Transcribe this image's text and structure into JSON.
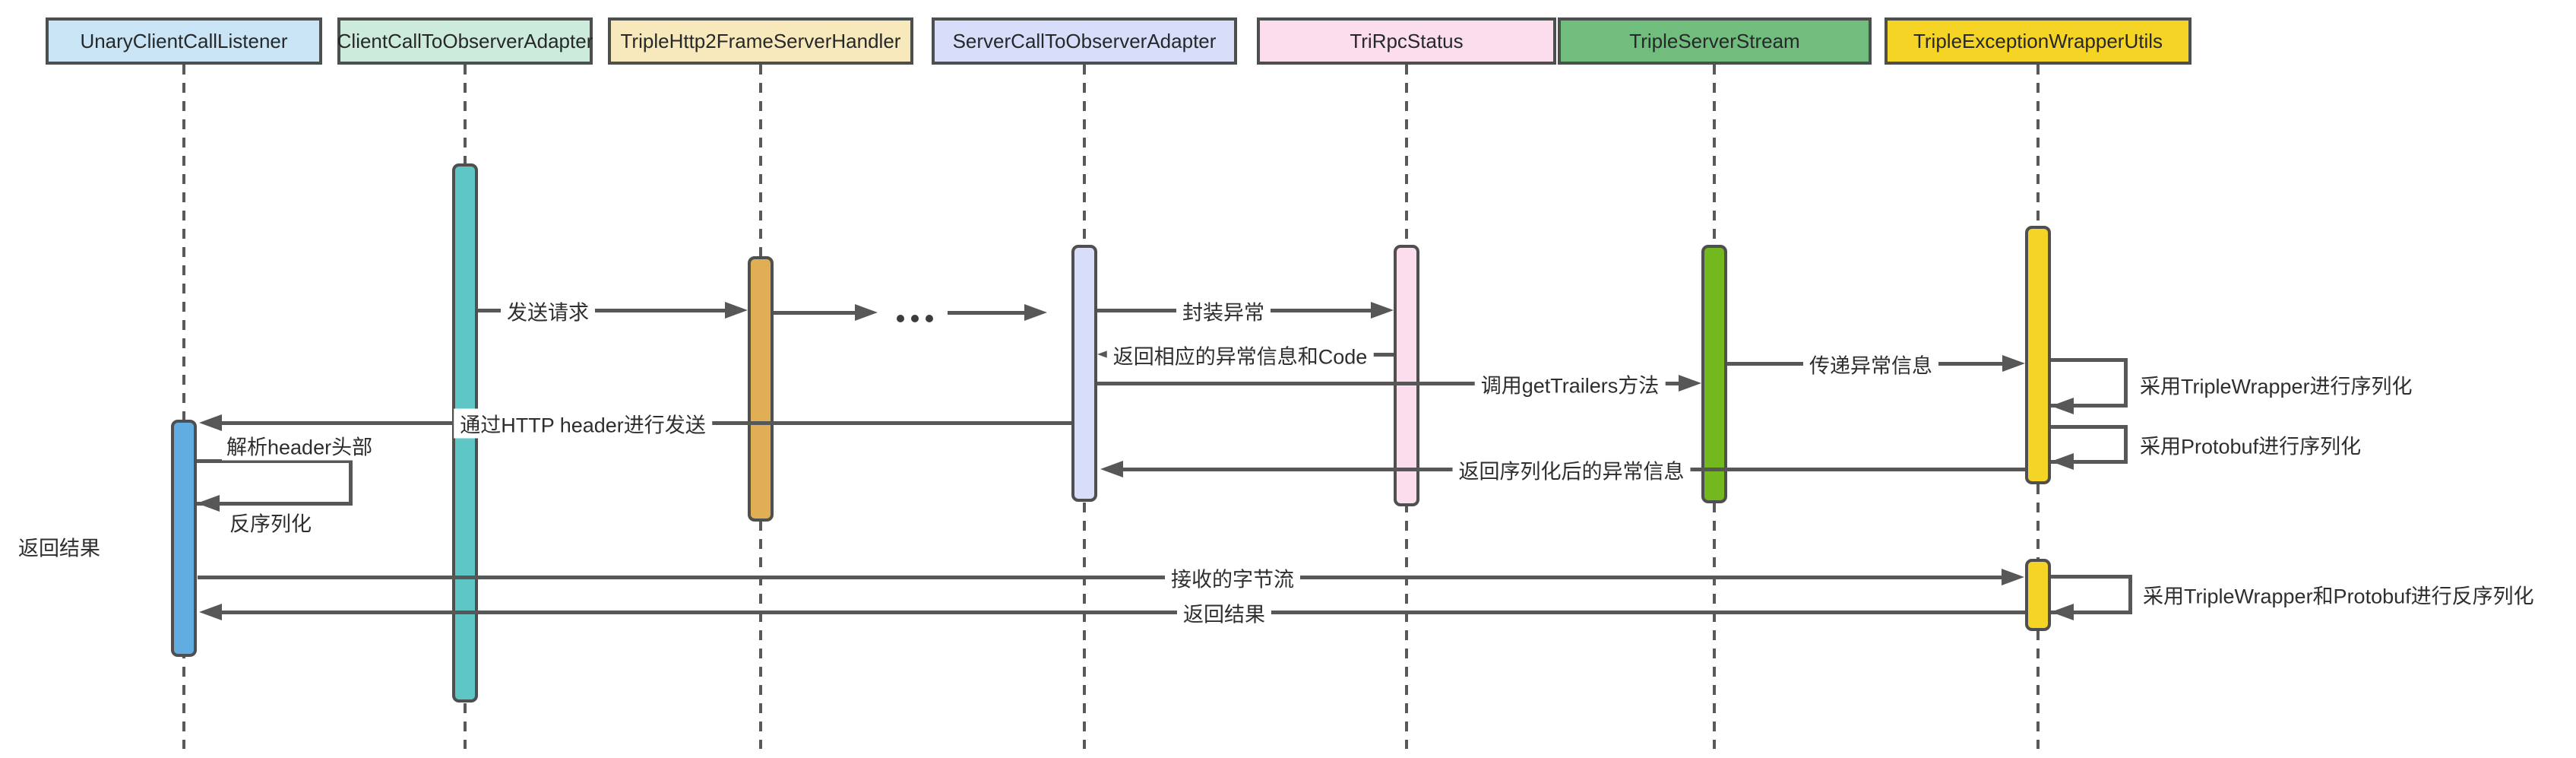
{
  "diagram": {
    "type": "sequence",
    "participants": [
      {
        "name": "UnaryClientCallListener",
        "fill": "#c8e4f5"
      },
      {
        "name": "ClientCallToObserverAdapter",
        "fill": "#cdebdb"
      },
      {
        "name": "TripleHttp2FrameServerHandler",
        "fill": "#f8e9bc"
      },
      {
        "name": "ServerCallToObserverAdapter",
        "fill": "#d8def9"
      },
      {
        "name": "TriRpcStatus",
        "fill": "#fbddee"
      },
      {
        "name": "TripleServerStream",
        "fill": "#71bd7e"
      },
      {
        "name": "TripleExceptionWrapperUtils",
        "fill": "#f5d426"
      }
    ],
    "activations": [
      {
        "participant": "UnaryClientCallListener",
        "fill": "#61ade2"
      },
      {
        "participant": "ClientCallToObserverAdapter",
        "fill": "#5fc6c6"
      },
      {
        "participant": "TripleHttp2FrameServerHandler",
        "fill": "#dfae55"
      },
      {
        "participant": "ServerCallToObserverAdapter",
        "fill": "#d8def9"
      },
      {
        "participant": "TriRpcStatus",
        "fill": "#fbddee"
      },
      {
        "participant": "TripleServerStream",
        "fill": "#72b81e"
      },
      {
        "participant": "TripleExceptionWrapperUtils",
        "fill": "#f5d426"
      },
      {
        "participant": "TripleExceptionWrapperUtils",
        "fill": "#f5d426"
      }
    ],
    "messages": [
      {
        "label": "发送请求",
        "from": "ClientCallToObserverAdapter",
        "to": "TripleHttp2FrameServerHandler"
      },
      {
        "label": "...",
        "from": "TripleHttp2FrameServerHandler",
        "to": "ServerCallToObserverAdapter"
      },
      {
        "label": "封装异常",
        "from": "ServerCallToObserverAdapter",
        "to": "TriRpcStatus"
      },
      {
        "label": "返回相应的异常信息和Code",
        "from": "TriRpcStatus",
        "to": "ServerCallToObserverAdapter"
      },
      {
        "label": "传递异常信息",
        "from": "TripleServerStream",
        "to": "TripleExceptionWrapperUtils"
      },
      {
        "label": "调用getTrailers方法",
        "from": "ServerCallToObserverAdapter",
        "to": "TripleServerStream"
      },
      {
        "label": "采用TripleWrapper进行序列化",
        "self": "TripleExceptionWrapperUtils"
      },
      {
        "label": "通过HTTP header进行发送",
        "from": "ServerCallToObserverAdapter",
        "to": "UnaryClientCallListener"
      },
      {
        "label": "采用Protobuf进行序列化",
        "self": "TripleExceptionWrapperUtils"
      },
      {
        "label_top": "解析header头部",
        "label_bottom": "反序列化",
        "self": "UnaryClientCallListener"
      },
      {
        "label": "返回序列化后的异常信息",
        "from": "TripleExceptionWrapperUtils",
        "to": "ServerCallToObserverAdapter"
      },
      {
        "label": "返回结果",
        "kind": "floating",
        "at": "UnaryClientCallListener"
      },
      {
        "label": "接收的字节流",
        "from": "UnaryClientCallListener",
        "to": "TripleExceptionWrapperUtils"
      },
      {
        "label": "采用TripleWrapper和Protobuf进行反序列化",
        "self": "TripleExceptionWrapperUtils"
      },
      {
        "label": "返回结果",
        "from": "TripleExceptionWrapperUtils",
        "to": "UnaryClientCallListener"
      }
    ],
    "colors": {
      "background": "#ffffff",
      "line": "#575757",
      "text": "#2e2e2e",
      "box_border": "#4b4f4d",
      "bar_border": "#4f4f4f"
    }
  }
}
